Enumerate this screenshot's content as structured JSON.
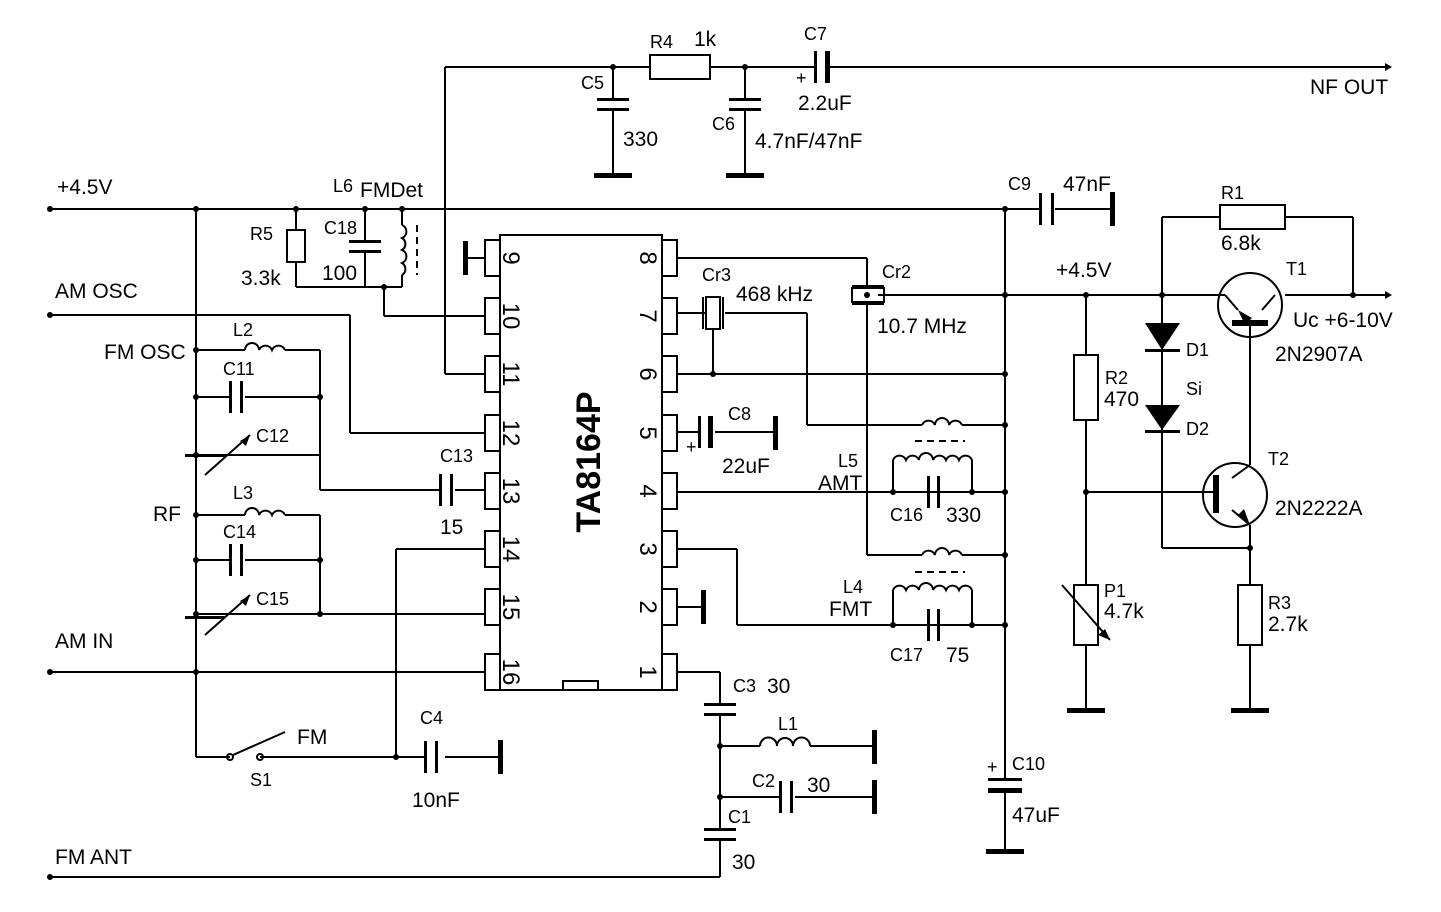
{
  "ic": {
    "name": "TA8164P",
    "pins": [
      "1",
      "2",
      "3",
      "4",
      "5",
      "6",
      "7",
      "8",
      "9",
      "10",
      "11",
      "12",
      "13",
      "14",
      "15",
      "16"
    ]
  },
  "terminals": {
    "vcc": "+4.5V",
    "am_osc": "AM OSC",
    "fm_osc": "FM OSC",
    "rf": "RF",
    "am_in": "AM IN",
    "fm_ant": "FM ANT",
    "nf_out": "NF OUT",
    "vcc2": "+4.5V"
  },
  "components": {
    "r1": {
      "ref": "R1",
      "value": "6.8k"
    },
    "r2": {
      "ref": "R2",
      "value": "470"
    },
    "r3": {
      "ref": "R3",
      "value": "2.7k"
    },
    "r4": {
      "ref": "R4",
      "value": "1k"
    },
    "r5": {
      "ref": "R5",
      "value": "3.3k"
    },
    "p1": {
      "ref": "P1",
      "value": "4.7k"
    },
    "c1": {
      "ref": "C1",
      "value": "30"
    },
    "c2": {
      "ref": "C2",
      "value": "30"
    },
    "c3": {
      "ref": "C3",
      "value": "30"
    },
    "c4": {
      "ref": "C4",
      "value": "10nF"
    },
    "c5": {
      "ref": "C5",
      "value": "330"
    },
    "c6": {
      "ref": "C6",
      "value": "4.7nF/47nF"
    },
    "c7": {
      "ref": "C7",
      "value": "2.2uF"
    },
    "c8": {
      "ref": "C8",
      "value": "22uF"
    },
    "c9": {
      "ref": "C9",
      "value": "47nF"
    },
    "c10": {
      "ref": "C10",
      "value": "47uF"
    },
    "c11": {
      "ref": "C11"
    },
    "c12": {
      "ref": "C12"
    },
    "c13": {
      "ref": "C13",
      "value": "15"
    },
    "c14": {
      "ref": "C14"
    },
    "c15": {
      "ref": "C15"
    },
    "c16": {
      "ref": "C16",
      "value": "330"
    },
    "c17": {
      "ref": "C17",
      "value": "75"
    },
    "c18": {
      "ref": "C18",
      "value": "100"
    },
    "l1": {
      "ref": "L1"
    },
    "l2": {
      "ref": "L2"
    },
    "l3": {
      "ref": "L3"
    },
    "l4": {
      "ref": "L4",
      "value": "FMT"
    },
    "l5": {
      "ref": "L5",
      "value": "AMT"
    },
    "l6": {
      "ref": "L6",
      "value": "FMDet"
    },
    "cr2": {
      "ref": "Cr2",
      "value": "10.7 MHz"
    },
    "cr3": {
      "ref": "Cr3",
      "value": "468 kHz"
    },
    "d1": {
      "ref": "D1"
    },
    "d2": {
      "ref": "D2"
    },
    "diode_type": "Si",
    "t1": {
      "ref": "T1",
      "value": "2N2907A"
    },
    "t2": {
      "ref": "T2",
      "value": "2N2222A"
    },
    "s1": {
      "ref": "S1",
      "value": "FM"
    },
    "uc": "Uc +6-10V",
    "plus": "+"
  }
}
